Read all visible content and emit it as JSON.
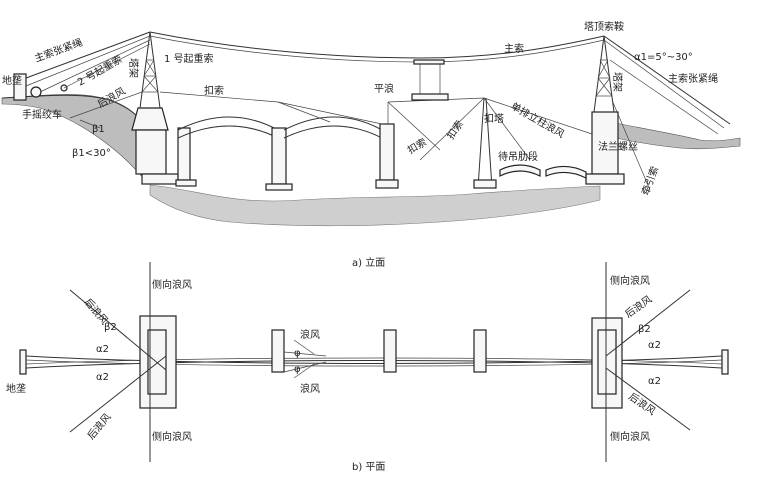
{
  "elevation": {
    "caption": "a) 立面",
    "labels": {
      "anchor_left": "地垄",
      "winch": "手摇绞车",
      "main_tension_left": "主索张紧绳",
      "hoist_2": "2 号起重索",
      "back_guy": "后浪风",
      "tower_left": "塔架",
      "hoist_1": "1 号起重索",
      "tie_rope_1": "扣索",
      "beta1": "β1",
      "beta1_limit": "β1<30°",
      "level_guy": "平浪",
      "main_cable": "主索",
      "tie_rope_2": "扣索",
      "tie_rope_3": "扣索",
      "tie_frame": "扣塔",
      "single_row_guy": "单排立柱浪风",
      "rib_segment": "待吊肋段",
      "turnbuckle": "法兰螺丝",
      "tower_saddle": "塔顶索鞍",
      "alpha1": "α1=5°~30°",
      "tower_right": "塔架",
      "main_tension_right": "主索张紧绳",
      "traction_rope": "牵引索"
    }
  },
  "plan": {
    "caption": "b) 平面",
    "labels": {
      "anchor_left": "地垄",
      "back_guy_left_top": "后浪风",
      "side_guy_left_top": "侧向浪风",
      "beta2_left": "β2",
      "alpha2_left_top": "α2",
      "alpha2_left_bottom": "α2",
      "back_guy_left_bottom": "后浪风",
      "side_guy_left_bottom": "侧向浪风",
      "guy_top": "浪风",
      "phi_top": "φ",
      "phi_bottom": "φ",
      "guy_bottom": "浪风",
      "side_guy_right_top": "侧向浪风",
      "back_guy_right_top": "后浪风",
      "beta2_right": "β2",
      "alpha2_right_top": "α2",
      "alpha2_right_bottom": "α2",
      "back_guy_right_bottom": "后浪风",
      "side_guy_right_bottom": "侧向浪风"
    }
  }
}
